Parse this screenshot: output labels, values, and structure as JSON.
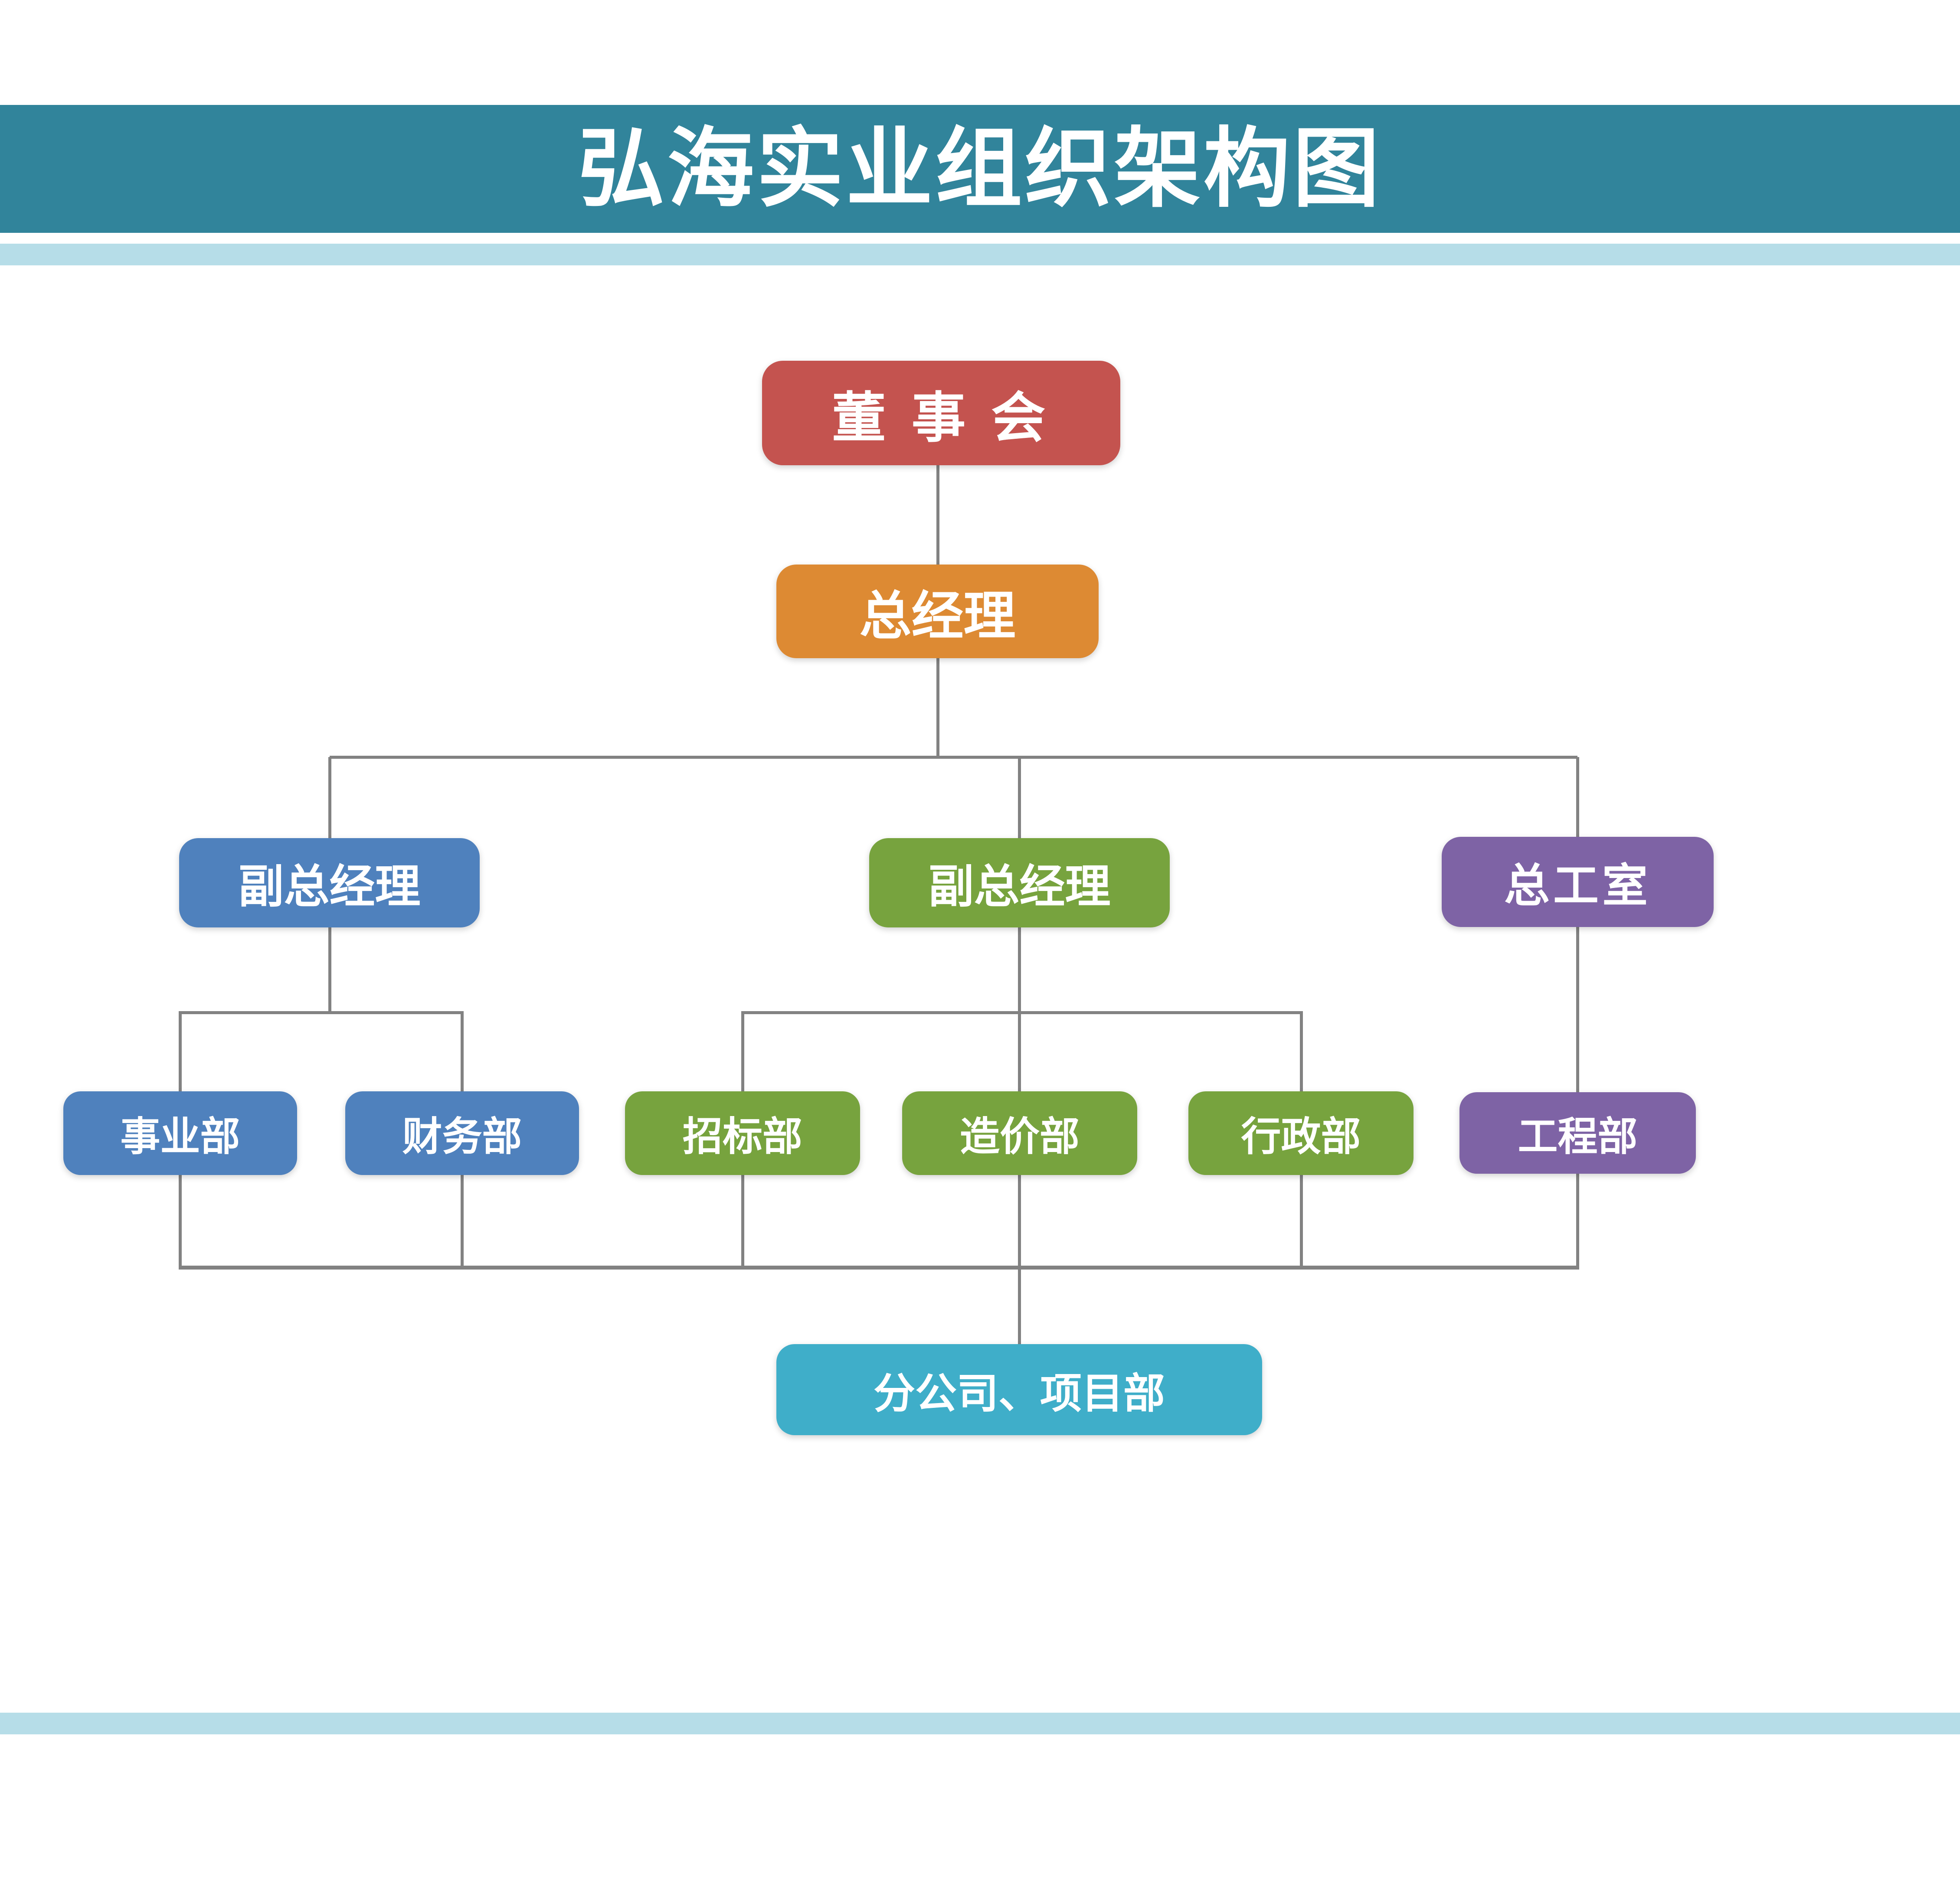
{
  "header": {
    "title": "弘海实业组织架构图",
    "band_color": "#31849B",
    "stripe_color": "#B6DDE8"
  },
  "connector_color": "#828282",
  "nodes": {
    "board": {
      "label": "董 事 会",
      "color": "#C4534F"
    },
    "general_manager": {
      "label": "总经理",
      "color": "#DD8A33"
    },
    "deputy_gm_left": {
      "label": "副总经理",
      "color": "#4F81BD"
    },
    "deputy_gm_mid": {
      "label": "副总经理",
      "color": "#77A33E"
    },
    "chief_engineer_office": {
      "label": "总工室",
      "color": "#7E63A5"
    },
    "dept_business": {
      "label": "事业部",
      "color": "#4F81BD"
    },
    "dept_finance": {
      "label": "财务部",
      "color": "#4F81BD"
    },
    "dept_bidding": {
      "label": "招标部",
      "color": "#77A33E"
    },
    "dept_cost": {
      "label": "造价部",
      "color": "#77A33E"
    },
    "dept_admin": {
      "label": "行政部",
      "color": "#77A33E"
    },
    "dept_engineering": {
      "label": "工程部",
      "color": "#7E63A5"
    },
    "branch": {
      "label": "分公司、项目部",
      "color": "#3FAEC9"
    }
  },
  "hierarchy": {
    "root": "董 事 会",
    "children_of_board": [
      "总经理"
    ],
    "children_of_general_manager": [
      "副总经理",
      "副总经理",
      "总工室"
    ],
    "children_of_deputy_gm_left": [
      "事业部",
      "财务部"
    ],
    "children_of_deputy_gm_mid": [
      "招标部",
      "造价部",
      "行政部"
    ],
    "children_of_chief_engineer_office": [
      "工程部"
    ],
    "converges_to": "分公司、项目部"
  }
}
